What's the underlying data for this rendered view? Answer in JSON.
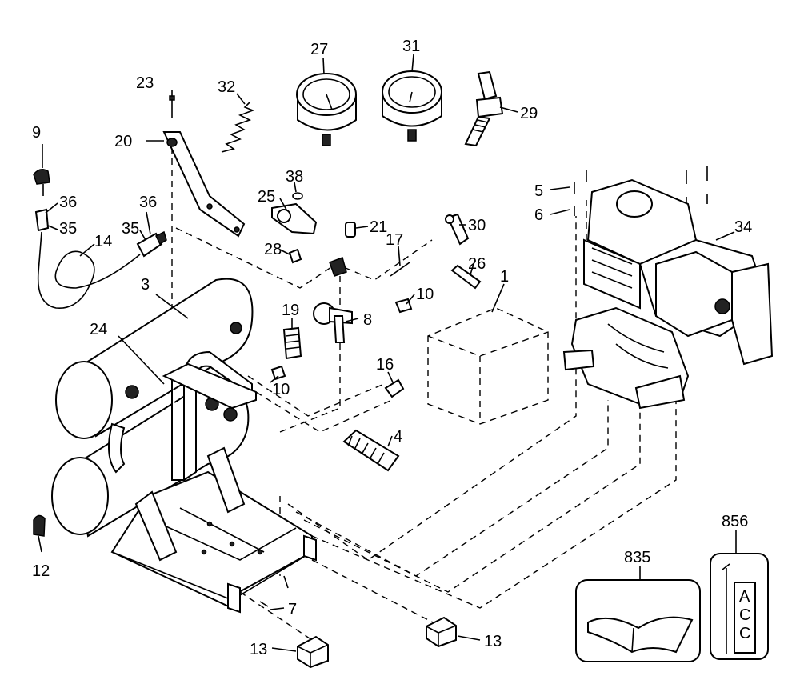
{
  "labels": {
    "p1": "1",
    "p3": "3",
    "p4": "4",
    "p5": "5",
    "p6": "6",
    "p7": "7",
    "p8": "8",
    "p9": "9",
    "p10a": "10",
    "p10b": "10",
    "p12": "12",
    "p13a": "13",
    "p13b": "13",
    "p14": "14",
    "p16": "16",
    "p17": "17",
    "p19": "19",
    "p20": "20",
    "p21": "21",
    "p23": "23",
    "p24": "24",
    "p25": "25",
    "p26": "26",
    "p27": "27",
    "p28": "28",
    "p29": "29",
    "p30": "30",
    "p31": "31",
    "p32": "32",
    "p34": "34",
    "p35a": "35",
    "p35b": "35",
    "p36a": "36",
    "p36b": "36",
    "p38": "38",
    "p835": "835",
    "p856": "856"
  },
  "tag_letters": [
    "A",
    "C",
    "C"
  ]
}
